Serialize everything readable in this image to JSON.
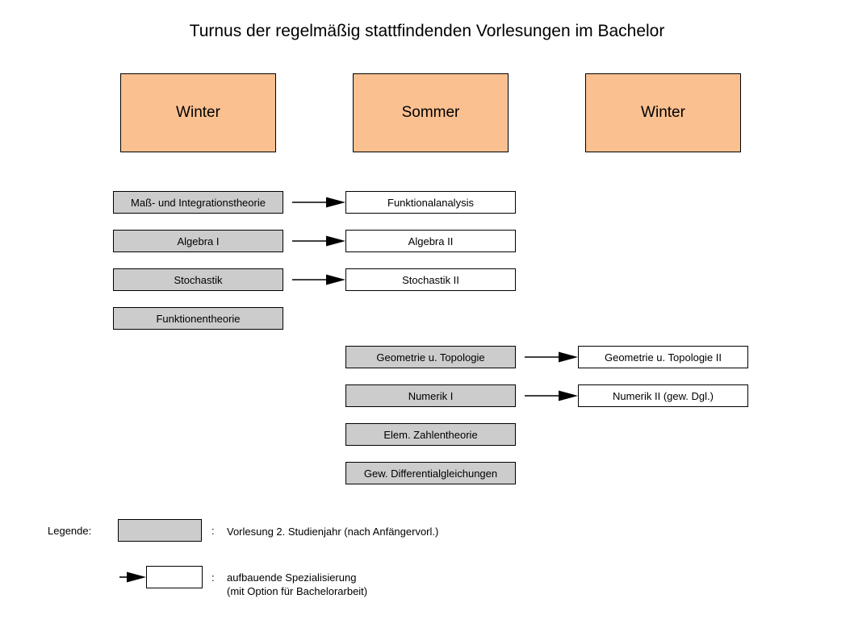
{
  "page": {
    "title": "Turnus der regelmäßig stattfindenden Vorlesungen im Bachelor",
    "background_color": "#ffffff"
  },
  "colors": {
    "season_box": "#fac090",
    "base_course_box": "#cccccc",
    "advanced_course_box": "#ffffff",
    "border": "#000000",
    "text": "#000000"
  },
  "columns": [
    {
      "label": "Winter"
    },
    {
      "label": "Sommer"
    },
    {
      "label": "Winter"
    }
  ],
  "group_one": {
    "base_courses": [
      {
        "label": "Maß- und Integrationstheorie"
      },
      {
        "label": "Algebra I"
      },
      {
        "label": "Stochastik"
      },
      {
        "label": "Funktionentheorie"
      }
    ],
    "advanced_courses": [
      {
        "label": "Funktionalanalysis"
      },
      {
        "label": "Algebra II"
      },
      {
        "label": "Stochastik II"
      }
    ]
  },
  "group_two": {
    "base_courses": [
      {
        "label": "Geometrie u. Topologie"
      },
      {
        "label": "Numerik I"
      },
      {
        "label": "Elem. Zahlentheorie"
      },
      {
        "label": "Gew. Differentialgleichungen"
      }
    ],
    "advanced_courses": [
      {
        "label": "Geometrie u. Topologie II"
      },
      {
        "label": "Numerik II (gew. Dgl.)"
      }
    ]
  },
  "legend": {
    "heading": "Legende:",
    "colon_one": ":",
    "colon_two": ":",
    "entry_one_text": "Vorlesung 2. Studienjahr (nach Anfängervorl.)",
    "entry_two_text": "aufbauende Spezialisierung\n(mit Option für Bachelorarbeit)"
  }
}
